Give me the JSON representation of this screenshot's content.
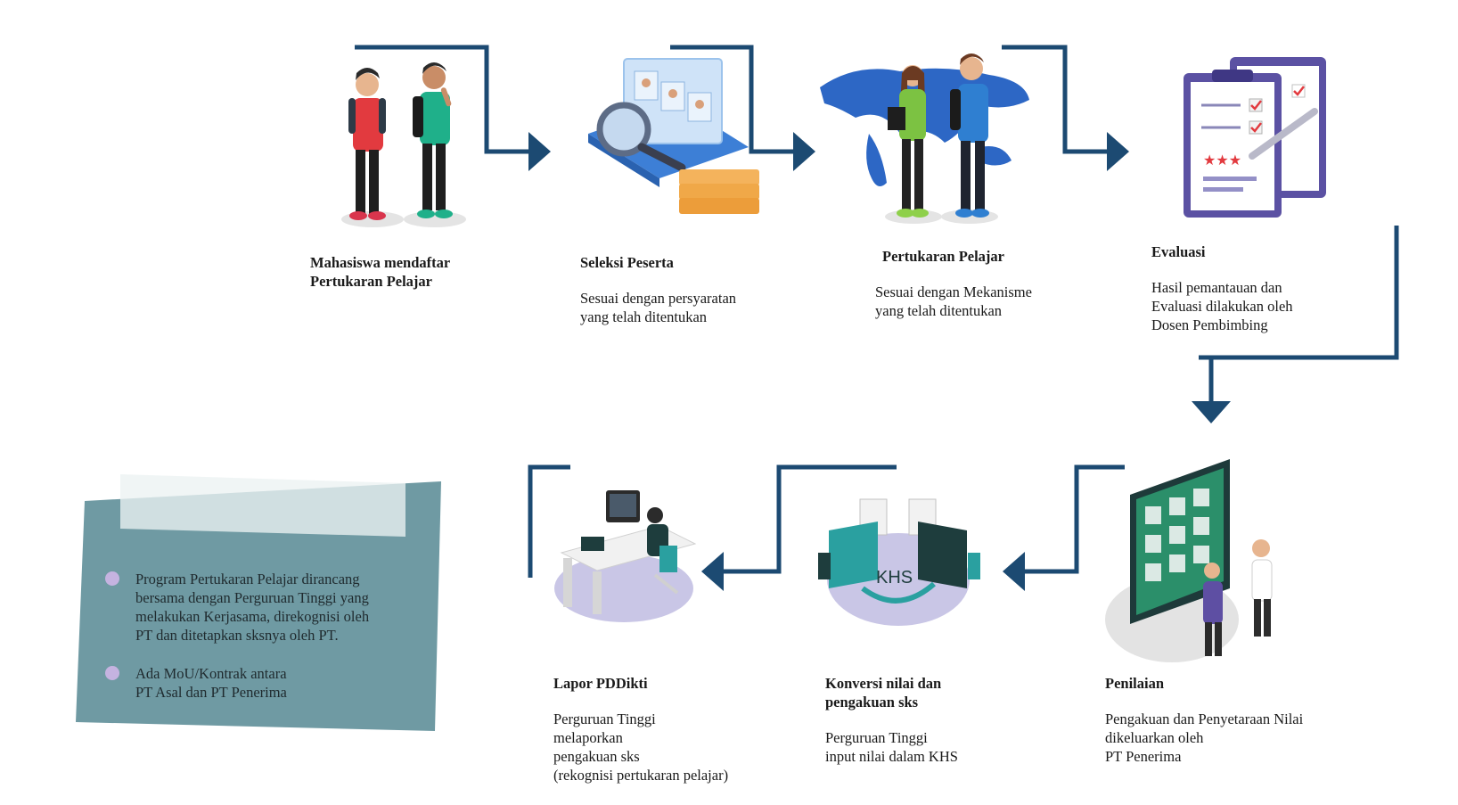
{
  "steps": [
    {
      "title": "Mahasiswa mendaftar\nPertukaran Pelajar",
      "desc": ""
    },
    {
      "title": "Seleksi Peserta",
      "desc": "Sesuai dengan persyaratan\nyang telah ditentukan"
    },
    {
      "title": "Pertukaran Pelajar",
      "desc": "Sesuai dengan Mekanisme\nyang telah ditentukan"
    },
    {
      "title": "Evaluasi",
      "desc": "Hasil pemantauan dan\nEvaluasi dilakukan oleh\nDosen Pembimbing"
    },
    {
      "title": "Penilaian",
      "desc": "Pengakuan dan Penyetaraan Nilai\ndikeluarkan oleh\nPT Penerima"
    },
    {
      "title": "Konversi nilai dan\npengakuan sks",
      "desc": "Perguruan Tinggi\ninput nilai dalam KHS"
    },
    {
      "title": "Lapor PDDikti",
      "desc": "Perguruan Tinggi\nmelaporkan\npengakuan sks\n(rekognisi pertukaran pelajar)"
    }
  ],
  "notes": [
    "Program Pertukaran Pelajar dirancang\nbersama dengan Perguruan Tinggi yang\nmelakukan Kerjasama, direkognisi oleh\nPT dan ditetapkan sksnya oleh PT.",
    "Ada MoU/Kontrak antara\nPT Asal dan PT Penerima"
  ],
  "khs_label": "KHS",
  "colors": {
    "flow": "#1c4a72",
    "note_bg": "#6f9aa3",
    "bullet": "#c5b3e0"
  }
}
